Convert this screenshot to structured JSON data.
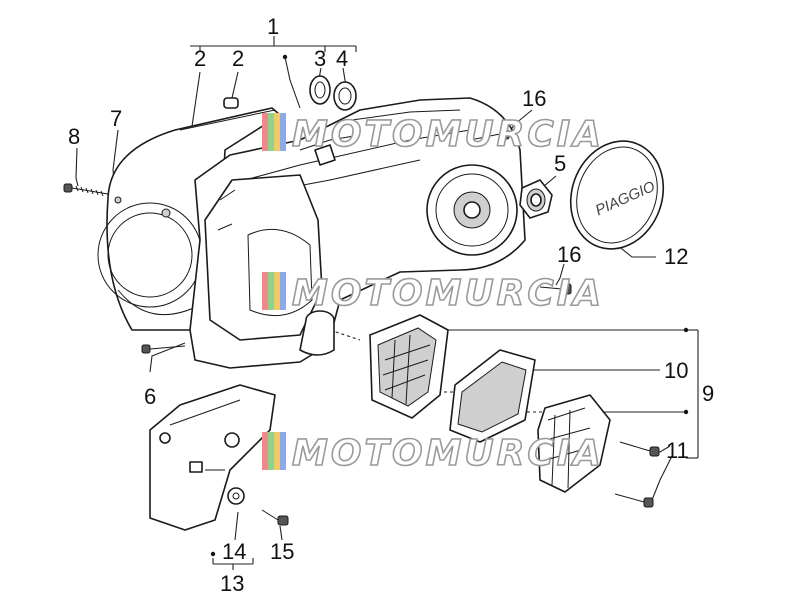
{
  "callouts": {
    "c1": "1",
    "c2a": "2",
    "c2b": "2",
    "c3": "3",
    "c4": "4",
    "c5": "5",
    "c6": "6",
    "c7": "7",
    "c8": "8",
    "c9": "9",
    "c10": "10",
    "c11": "11",
    "c12": "12",
    "c13": "13",
    "c14": "14",
    "c15": "15",
    "c16a": "16",
    "c16b": "16"
  },
  "watermark": {
    "text": "MOTOMURCIA",
    "colors": [
      "#f08a8a",
      "#8cd48c",
      "#f2c96a",
      "#8fa8e8"
    ]
  },
  "cover_logo": "PIAGGIO",
  "colors": {
    "line": "#1a1a1a",
    "background": "#ffffff"
  }
}
